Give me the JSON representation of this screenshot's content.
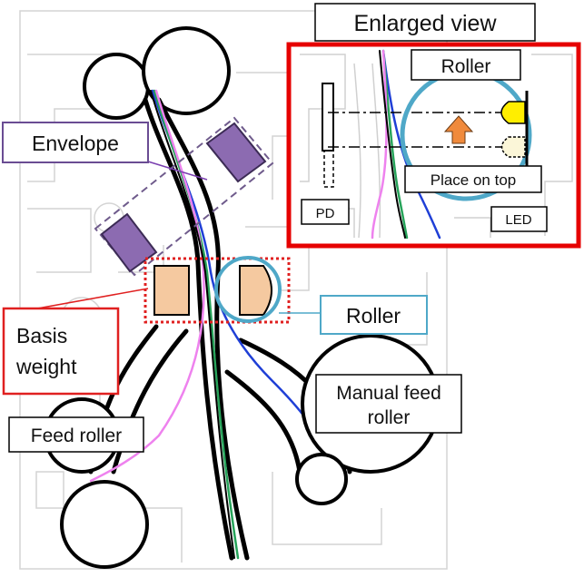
{
  "labels": {
    "enlarged_view": "Enlarged view",
    "envelope": "Envelope",
    "basis_weight_line1": "Basis",
    "basis_weight_line2": "weight",
    "roller": "Roller",
    "inset_roller": "Roller",
    "feed_roller": "Feed roller",
    "manual_feed_line1": "Manual feed",
    "manual_feed_line2": "roller",
    "place_on_top": "Place on top",
    "pd": "PD",
    "led": "LED"
  },
  "colors": {
    "envelope_label_border": "#6a4c93",
    "envelope_fill": "#8c6bb1",
    "envelope_dash": "#6f5b8c",
    "basis_weight_border": "#e02020",
    "sensor_fill": "#f5c9a0",
    "roller_highlight": "#4fa8c8",
    "inset_border": "#e60000",
    "led_on": "#ffee00",
    "led_off": "#fbf6d8",
    "arrow": "#f08a3c",
    "path_blue": "#1f3fd6",
    "path_green": "#27a35a",
    "path_pink": "#ee82ee",
    "leader_envelope": "#7a3fb0",
    "leader_roller": "#4fa8c8"
  }
}
